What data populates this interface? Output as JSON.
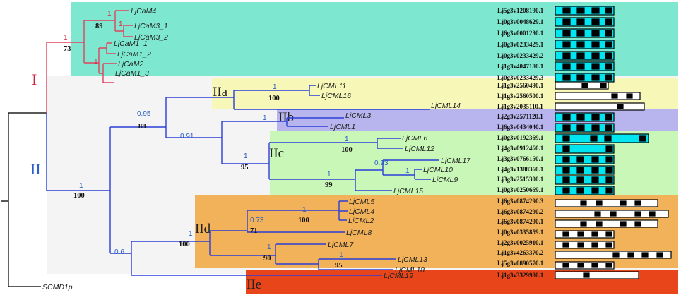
{
  "groups": {
    "g1": "I",
    "g2": "II",
    "g2a": "IIa",
    "g2b": "IIb",
    "g2c": "IIc",
    "g2d": "IId",
    "g2e": "IIe"
  },
  "tips": [
    {
      "label": "LjCaM4",
      "accession": "Lj5g3v1208190.1"
    },
    {
      "label": "LjCaM3_1",
      "accession": "Lj0g3v0048629.1"
    },
    {
      "label": "LjCaM3_2",
      "accession": "Lj6g3v0001230.1"
    },
    {
      "label": "LjCaM1_1",
      "accession": "Lj0g3v0233429.1"
    },
    {
      "label": "LjCaM1_2",
      "accession": "Lj0g3v0233429.2"
    },
    {
      "label": "LjCaM2",
      "accession": "Lj1g3v4047180.1"
    },
    {
      "label": "LjCaM1_3",
      "accession": "Lj0g3v0233429.3"
    },
    {
      "label": "LjCML11",
      "accession": "Lj1g3v2560490.1"
    },
    {
      "label": "LjCML16",
      "accession": "Lj1g3v2560500.1"
    },
    {
      "label": "LjCML14",
      "accession": "Lj1g3v2035110.1"
    },
    {
      "label": "LjCML3",
      "accession": "Lj2g3v2571120.1"
    },
    {
      "label": "LjCML1",
      "accession": "Lj6g3v0434040.1"
    },
    {
      "label": "LjCML6",
      "accession": "Lj0g3v0192369.1"
    },
    {
      "label": "LjCML12",
      "accession": "Lj4g3v0912460.1"
    },
    {
      "label": "LjCML17",
      "accession": "Lj3g3v0766150.1"
    },
    {
      "label": "LjCML10",
      "accession": "Lj4g3v1388360.1"
    },
    {
      "label": "LjCML9",
      "accession": "Lj3g3v2515300.1"
    },
    {
      "label": "LjCML15",
      "accession": "Lj0g3v0250669.1"
    },
    {
      "label": "LjCML5",
      "accession": "Lj6g3v0874290.3"
    },
    {
      "label": "LjCML4",
      "accession": "Lj6g3v0874290.2"
    },
    {
      "label": "LjCML2",
      "accession": "Lj6g3v0874290.1"
    },
    {
      "label": "LjCML8",
      "accession": "Lj0g3v0335859.1"
    },
    {
      "label": "LjCML7",
      "accession": "Lj2g3v0025910.1"
    },
    {
      "label": "LjCML13",
      "accession": "Lj1g3v4263370.2"
    },
    {
      "label": "LjCML18",
      "accession": "Lj5g3v0890570.1"
    },
    {
      "label": "LjCML19",
      "accession": "Lj1g3v3329980.1"
    },
    {
      "label": "SCMD1p",
      "accession": ""
    }
  ],
  "node_support": [
    {
      "node": "LjCaM3_1+LjCaM3_2",
      "bootstrap": "1"
    },
    {
      "node": "LjCaM4+LjCaM3",
      "bootstrap": "1",
      "posterior": "89"
    },
    {
      "node": "LjCaM1_1+LjCaM1_2",
      "bootstrap": "1"
    },
    {
      "node": "group I",
      "bootstrap": "1",
      "posterior": "73"
    },
    {
      "node": "LjCML11+LjCML16",
      "bootstrap": "1",
      "posterior": "100"
    },
    {
      "node": "LjCML3+LjCML1",
      "bootstrap": "1"
    },
    {
      "node": "LjCML6+LjCML12",
      "bootstrap": "1",
      "posterior": "100"
    },
    {
      "node": "LjCML10+LjCML9",
      "bootstrap": "1"
    },
    {
      "node": "LjCML17+LjCML10+LjCML9",
      "bootstrap": "0.93"
    },
    {
      "node": "IIc inner",
      "bootstrap": "1",
      "posterior": "99"
    },
    {
      "node": "IIc",
      "bootstrap": "1",
      "posterior": "95"
    },
    {
      "node": "IIb+IIc",
      "bootstrap": "0.91"
    },
    {
      "node": "IIa+IIb+IIc",
      "bootstrap": "0.95",
      "posterior": "88"
    },
    {
      "node": "LjCML5+LjCML4+LjCML2",
      "bootstrap": "1",
      "posterior": "100"
    },
    {
      "node": "LjCML5-LjCML8",
      "bootstrap": "0.73",
      "posterior": "71"
    },
    {
      "node": "LjCML13+LjCML18",
      "bootstrap": "1",
      "posterior": "95"
    },
    {
      "node": "LjCML7+LjCML13+LjCML18",
      "bootstrap": "1",
      "posterior": "90"
    },
    {
      "node": "IId",
      "bootstrap": "1",
      "posterior": "100"
    },
    {
      "node": "IId+IIe",
      "bootstrap": "0.6"
    },
    {
      "node": "group II",
      "bootstrap": "1",
      "posterior": "100"
    }
  ],
  "colors": {
    "group_I_branch": "#e0425f",
    "group_II_branch": "#2a3fd8",
    "group_I_bg": "#7de8cf",
    "group_IIa_bg": "#f7f7b8",
    "group_IIb_bg": "#b8b4ee",
    "group_IIc_bg": "#c9f7b8",
    "group_IId_bg": "#f2b25a",
    "group_IIe_bg": "#e8461a",
    "ef_hand_cyan": "#00e6f0",
    "ef_hand_black": "#000000",
    "group_I_label": "#c8223c",
    "group_II_label": "#2c5fcc"
  }
}
